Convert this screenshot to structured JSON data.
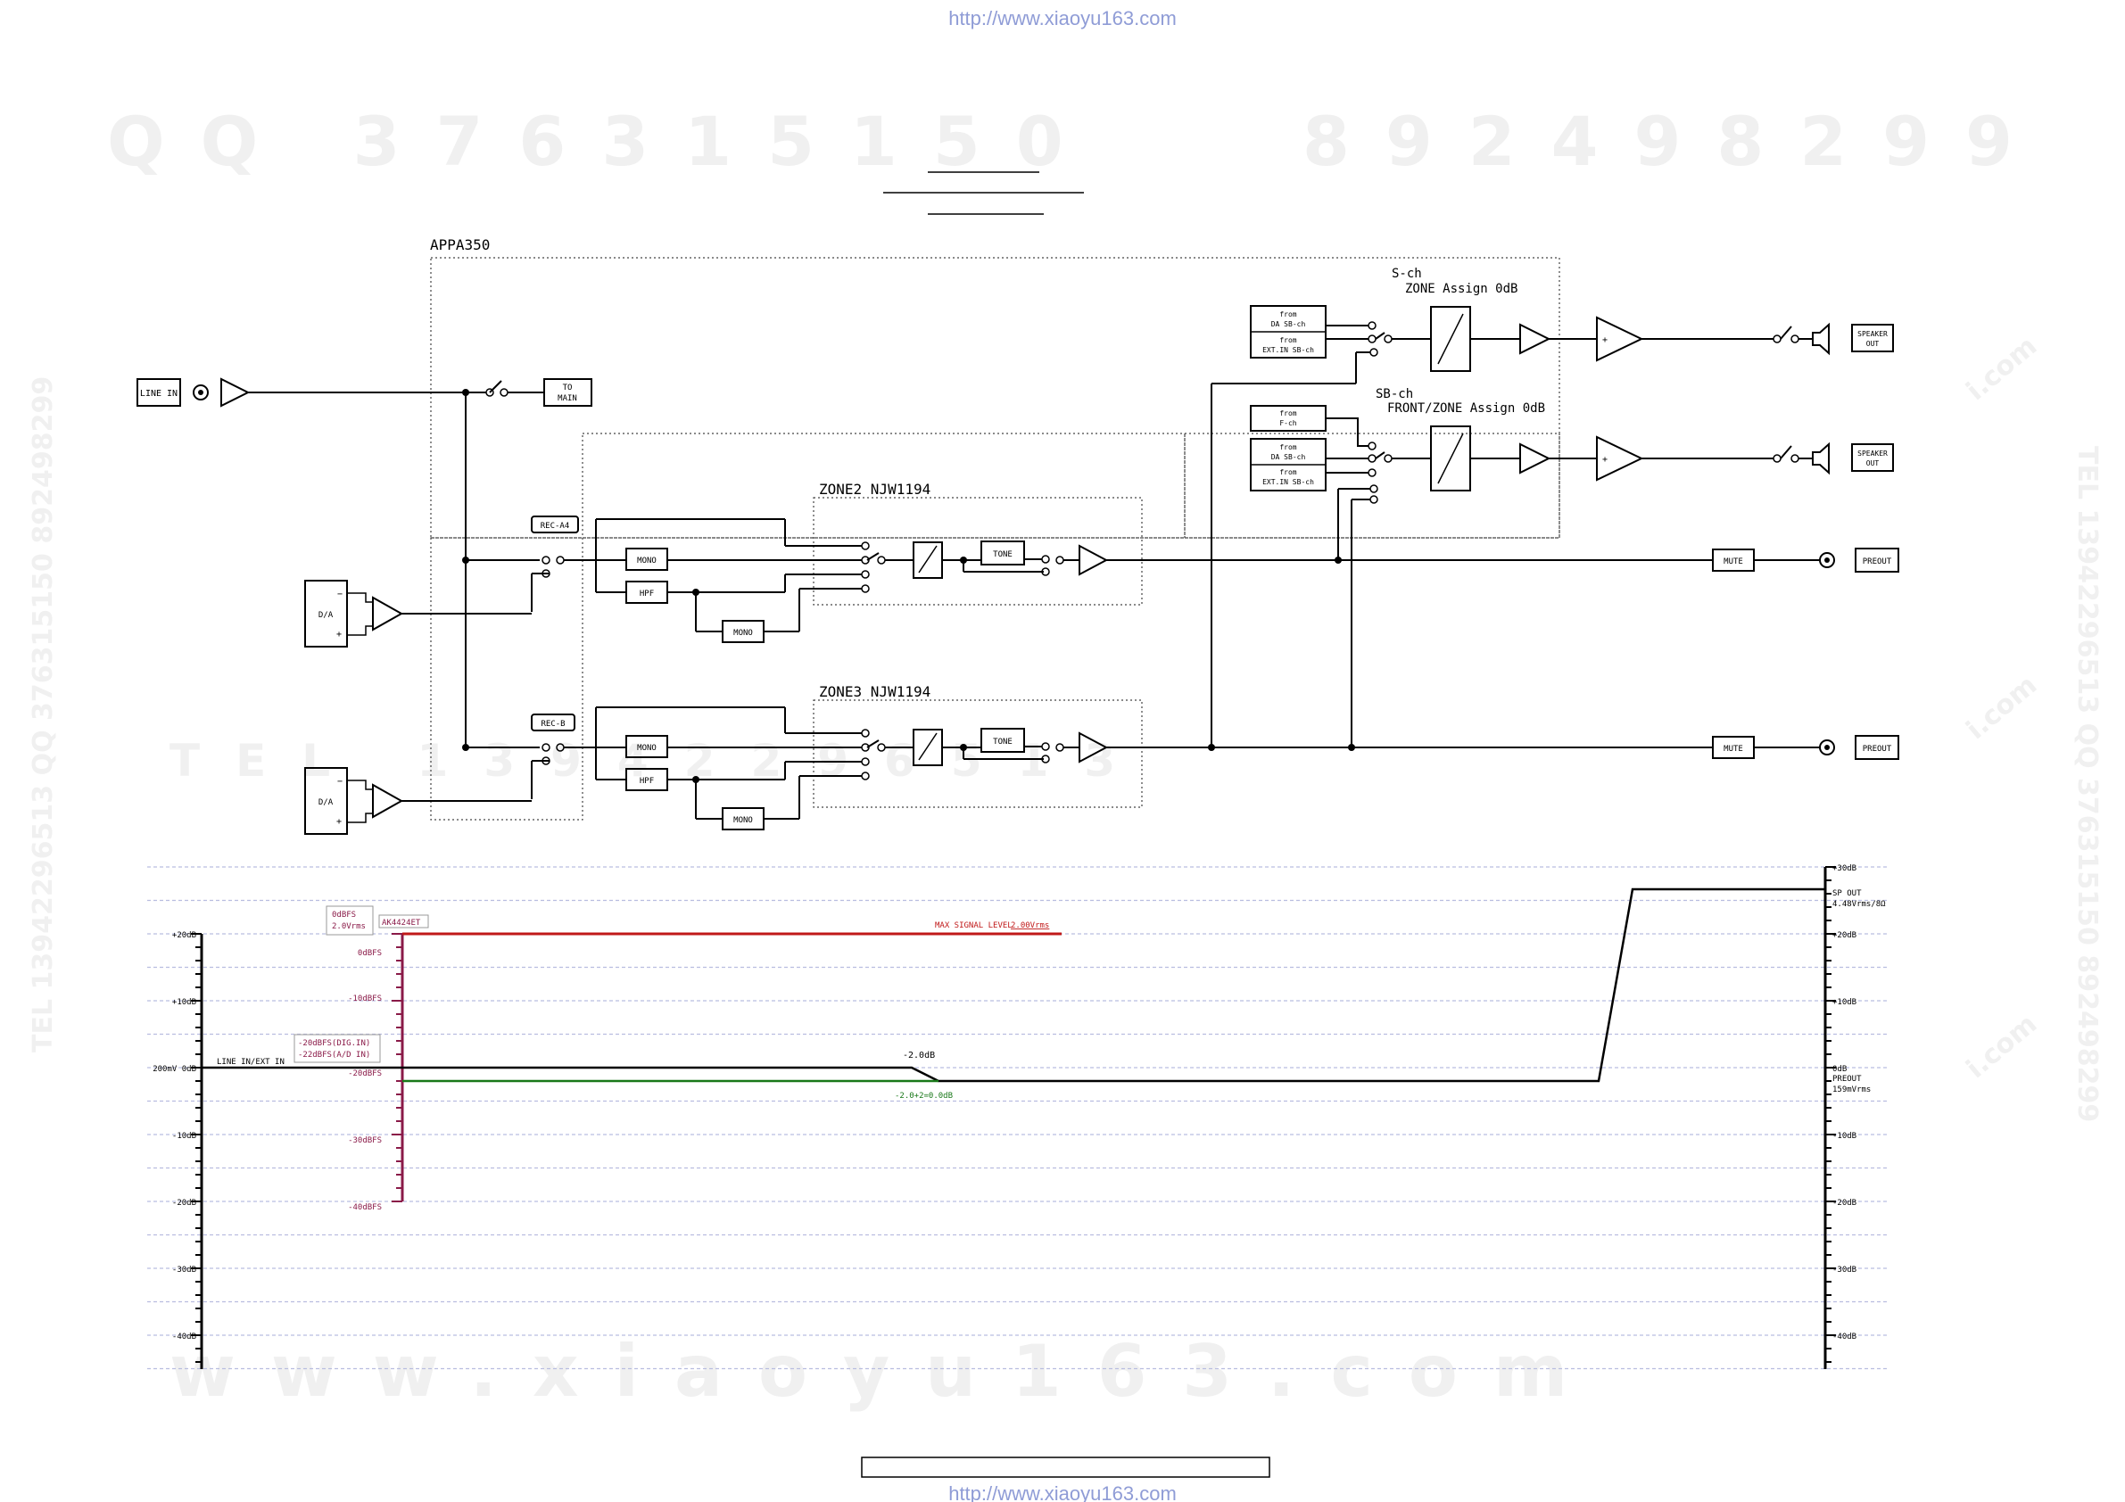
{
  "header": {
    "url_top": "http://www.xiaoyu163.com"
  },
  "footer": {
    "url_bottom": "http://www.xiaoyu163.com"
  },
  "watermarks": {
    "qq": "QQ 376315150",
    "phone": "892498299",
    "tel": "TEL 13942296513",
    "www": "www.xiaoyu163.com",
    "side_left": "TEL 13942296513 QQ 376315150 892498299",
    "side_right": "TEL 13942296513 QQ 376315150 892498299",
    "corner_com": "i.com"
  },
  "diagram": {
    "title": "APPA350",
    "line_in": "LINE IN",
    "to_main": "TO\nMAIN",
    "rec_a4": "REC-A4",
    "rec_b": "REC-B",
    "da": "D/A",
    "mono": "MONO",
    "hpf": "HPF",
    "tone": "TONE",
    "zone2": "ZONE2  NJW1194",
    "zone3": "ZONE3  NJW1194",
    "sch_title": "S-ch",
    "sch_assign": "ZONE Assign 0dB",
    "sbch_title": "SB-ch",
    "sbch_assign": "FRONT/ZONE Assign 0dB",
    "from_da_sb_1": "from",
    "from_da_sb_2": "DA SB-ch",
    "from_ext_1": "from",
    "from_ext_2": "EXT.IN SB-ch",
    "from_fch_1": "from",
    "from_fch_2": "F-ch",
    "speaker_out_1": "SPEAKER",
    "speaker_out_2": "OUT",
    "mute": "MUTE",
    "preout": "PREOUT"
  },
  "level_chart": {
    "left_scale": [
      "+20dB",
      "+10dB",
      "200mV  0dB",
      "-10dB",
      "-20dB",
      "-30dB",
      "-40dB"
    ],
    "right_scale": [
      "+30dB",
      "+20dB",
      "+10dB",
      "0dB",
      "-10dB",
      "-20dB",
      "-30dB",
      "-40dB"
    ],
    "dbfs_scale": [
      "0dBFS",
      "-10dBFS",
      "-20dBFS",
      "-30dBFS",
      "-40dBFS"
    ],
    "box_0dbfs_1": "0dBFS",
    "box_0dbfs_2": "2.0Vrms",
    "ak_label": "AK4424ET",
    "box_20dbfs_1": "-20dBFS(DIG.IN)",
    "box_20dbfs_2": "-22dBFS(A/D IN)",
    "line_in_ext": "LINE IN/EXT IN",
    "max_signal": "MAX SIGNAL LEVEL",
    "max_signal_value": "2.00Vrms",
    "minus2db": "-2.0dB",
    "minus2plus2": "-2.0+2=0.0dB",
    "sp_out_1": "SP OUT",
    "sp_out_2": "4.48Vrms/8Ω",
    "preout_1": "PREOUT",
    "preout_2": "159mVrms"
  }
}
